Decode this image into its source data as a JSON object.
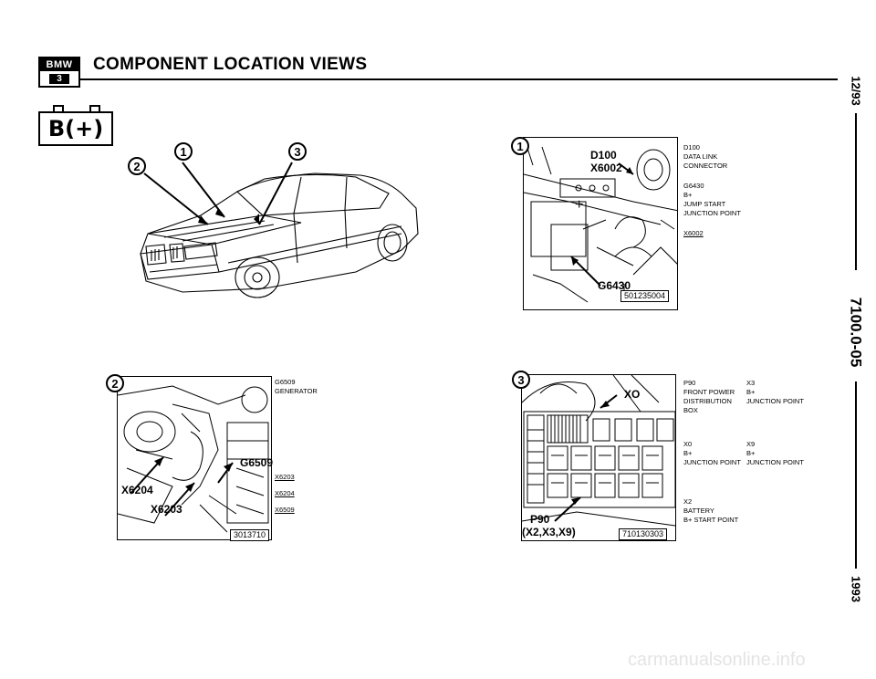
{
  "header": {
    "logo_top": "BMW",
    "logo_bottom": "3",
    "title": "COMPONENT LOCATION VIEWS",
    "battery_label": "B(+)"
  },
  "margin": {
    "date": "12/93",
    "page_number": "7100.0-05",
    "year": "1993"
  },
  "car_view": {
    "callouts": [
      "1",
      "2",
      "3"
    ]
  },
  "panel1": {
    "number": "1",
    "labels": [
      "D100",
      "X6002",
      "G6430",
      "+"
    ],
    "ref": "501235004",
    "legend": [
      {
        "code": "D100",
        "desc": [
          "DATA LINK",
          "CONNECTOR"
        ]
      },
      {
        "code": "G6430",
        "desc": [
          "B+",
          "JUMP START",
          "JUNCTION POINT"
        ]
      },
      {
        "code": "X6002",
        "desc": []
      }
    ]
  },
  "panel2": {
    "number": "2",
    "labels": [
      "G6509",
      "X6204",
      "X6203"
    ],
    "ref": "3013710",
    "legend": [
      {
        "code": "G6509",
        "desc": [
          "GENERATOR"
        ]
      },
      {
        "code": "X6203",
        "desc": []
      },
      {
        "code": "X6204",
        "desc": []
      },
      {
        "code": "X6509",
        "desc": []
      }
    ]
  },
  "panel3": {
    "number": "3",
    "labels": [
      "XO",
      "P90",
      "(X2,X3,X9)"
    ],
    "ref": "710130303",
    "legend": [
      {
        "code": "P90",
        "desc": [
          "FRONT POWER",
          "DISTRIBUTION",
          "BOX"
        ]
      },
      {
        "code": "X3",
        "desc": [
          "B+",
          "JUNCTION POINT"
        ]
      },
      {
        "code": "X0",
        "desc": [
          "B+",
          "JUNCTION POINT"
        ]
      },
      {
        "code": "X9",
        "desc": [
          "B+",
          "JUNCTION POINT"
        ]
      },
      {
        "code": "X2",
        "desc": [
          "BATTERY",
          "B+ START POINT"
        ]
      }
    ]
  },
  "footer": {
    "watermark": "carmanualsonline.info"
  }
}
